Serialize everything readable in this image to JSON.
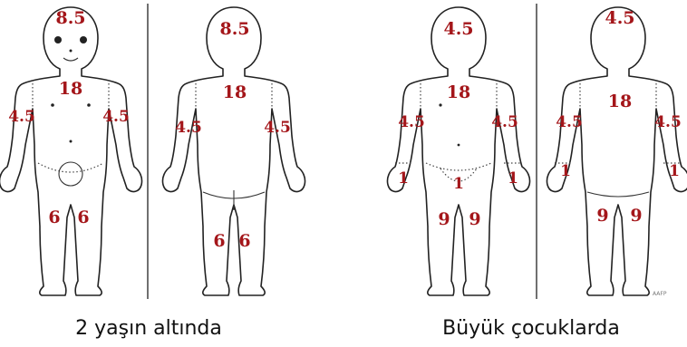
{
  "panels": [
    {
      "caption": "2 yaşın altında",
      "front": {
        "head": "8.5",
        "trunk": "18",
        "arm_left": "4.5",
        "arm_right": "4.5",
        "leg_left": "6",
        "leg_right": "6"
      },
      "back": {
        "head": "8.5",
        "trunk": "18",
        "arm_left": "4.5",
        "arm_right": "4.5",
        "leg_left": "6",
        "leg_right": "6"
      }
    },
    {
      "caption": "Büyük çocuklarda",
      "front": {
        "head": "4.5",
        "trunk": "18",
        "arm_left": "4.5",
        "arm_right": "4.5",
        "hand_left": "1",
        "hand_right": "1",
        "groin": "1",
        "leg_left": "9",
        "leg_right": "9"
      },
      "back": {
        "head": "4.5",
        "trunk": "18",
        "arm_left": "4.5",
        "arm_right": "4.5",
        "hand_left": "1",
        "hand_right": "1",
        "leg_left": "9",
        "leg_right": "9"
      }
    }
  ],
  "watermark": "AAFP"
}
